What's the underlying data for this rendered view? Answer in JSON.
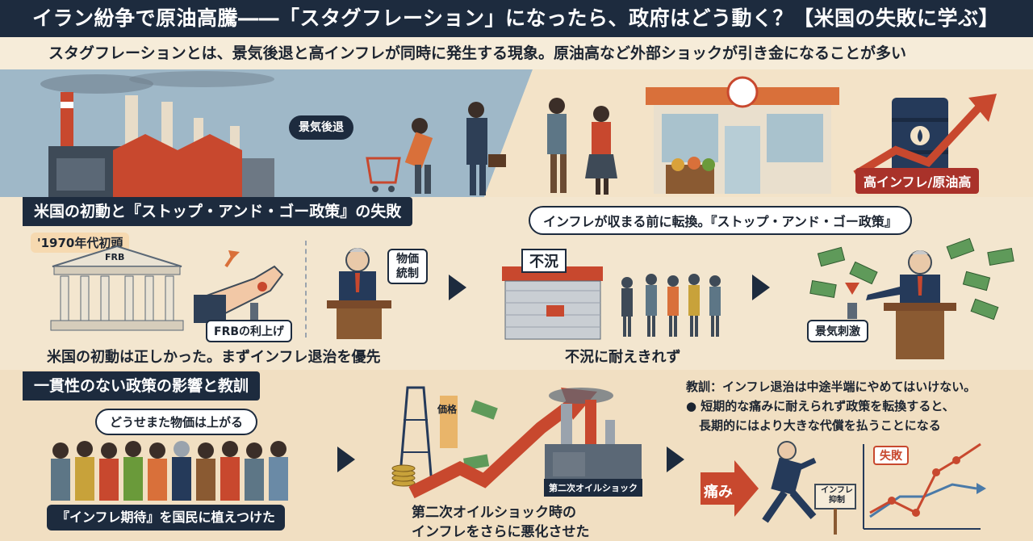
{
  "header": {
    "title": "イラン紛争で原油高騰――「スタグフレーション」になったら、政府はどう動く？【米国の失敗に学ぶ】",
    "subtitle": "スタグフレーションとは、景気後退と高インフレが同時に発生する現象。原油高など外部ショックが引き金になることが多い"
  },
  "top_panel": {
    "recession_label": "景気後退",
    "inflation_label": "高インフレ/原油高"
  },
  "section1": {
    "heading": "米国の初動と『ストップ・アンド・ゴー政策』の失敗",
    "era_label": "'1970年代初頭",
    "frb_label": "FRB",
    "rate_hike_label": "FRBの利上げ",
    "price_control_label": "物価統制",
    "caption_left": "米国の初動は正しかった。まずインフレ退治を優先",
    "recession_sign": "不況",
    "caption_mid": "不況に耐えきれず",
    "pivot_bubble": "インフレが収まる前に転換。『ストップ・アンド・ゴー政策』",
    "stimulus_label": "景気刺激"
  },
  "section2": {
    "heading": "一貫性のない政策の影響と教訓",
    "speech_bubble": "どうせまた物価は上がる",
    "expectations_caption": "『インフレ期待』を国民に植えつけた",
    "price_label": "価格",
    "oil_shock_label": "第二次オイルショック",
    "oil_shock_caption_1": "第二次オイルショック時の",
    "oil_shock_caption_2": "インフレをさらに悪化させた",
    "lesson_1": "教訓：インフレ退治は中途半端にやめてはいけない。",
    "lesson_2": "● 短期的な痛みに耐えられず政策を転換すると、",
    "lesson_3": "長期的にはより大きな代償を払うことになる",
    "pain_label": "痛み",
    "failure_label": "失敗",
    "inflation_control_label": "インフレ抑制"
  },
  "colors": {
    "navy": "#1d2b3e",
    "cream": "#f3e6cf",
    "accent_red": "#c8482e",
    "accent_orange": "#d9703a"
  }
}
